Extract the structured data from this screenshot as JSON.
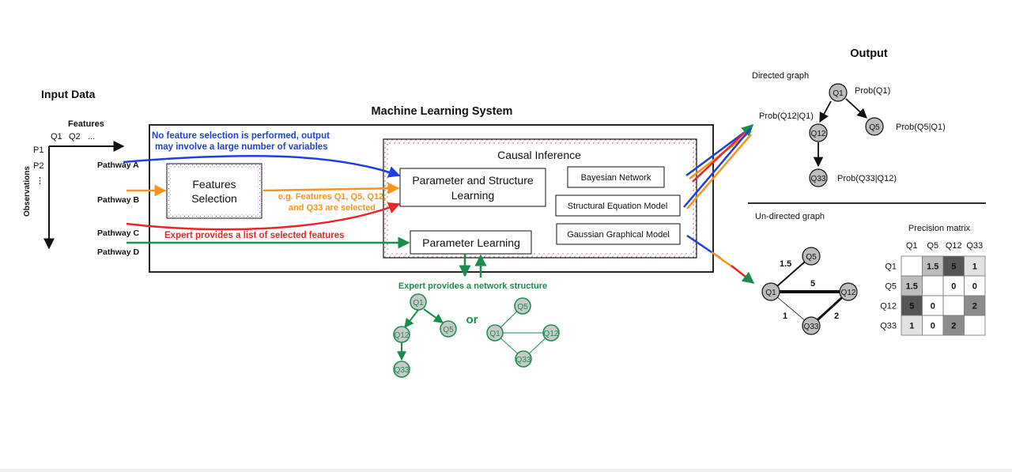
{
  "input": {
    "title": "Input Data",
    "features_label": "Features",
    "feature_cols": [
      "Q1",
      "Q2",
      "..."
    ],
    "obs_label": "Observations",
    "rows": [
      "P1",
      "P2",
      "⋮"
    ]
  },
  "pathways": [
    "Pathway A",
    "Pathway B",
    "Pathway C",
    "Pathway D"
  ],
  "ml": {
    "title": "Machine Learning System",
    "features_selection": [
      "Features",
      "Selection"
    ],
    "causal_inference": "Causal Inference",
    "psl": [
      "Parameter and Structure",
      "Learning"
    ],
    "pl": "Parameter  Learning",
    "bayesian": "Bayesian Network",
    "sem": "Structural Equation Model",
    "ggm": "Gaussian Graphical Model"
  },
  "annotations": {
    "a": [
      "No feature selection is performed, output",
      "may involve a large number of variables"
    ],
    "b": [
      "e.g. Features Q1, Q5, Q12,",
      "and Q33 are selected"
    ],
    "c": "Expert provides a list of selected features",
    "d": "Expert provides a network structure",
    "or": "or"
  },
  "output": {
    "title": "Output",
    "directed_label": "Directed graph",
    "undirected_label": "Un-directed graph",
    "nodes": [
      "Q1",
      "Q5",
      "Q12",
      "Q33"
    ],
    "probs": [
      "Prob(Q1)",
      "Prob(Q12|Q1)",
      "Prob(Q5|Q1)",
      "Prob(Q33|Q12)"
    ],
    "edge_weights": [
      "1.5",
      "5",
      "1",
      "2"
    ]
  },
  "precision_matrix": {
    "title": "Precision matrix",
    "headers": [
      "Q1",
      "Q5",
      "Q12",
      "Q33"
    ],
    "cells": [
      [
        "",
        "1.5",
        "5",
        "1"
      ],
      [
        "1.5",
        "",
        "0",
        "0"
      ],
      [
        "5",
        "0",
        "",
        "2"
      ],
      [
        "1",
        "0",
        "2",
        ""
      ]
    ]
  },
  "colors": {
    "blue": "#1f3fe0",
    "orange": "#f7941d",
    "red": "#e8262a",
    "green": "#1a8c4e",
    "node_fill": "#bdbdbd",
    "expert_node_fill": "#c9c9c9"
  }
}
